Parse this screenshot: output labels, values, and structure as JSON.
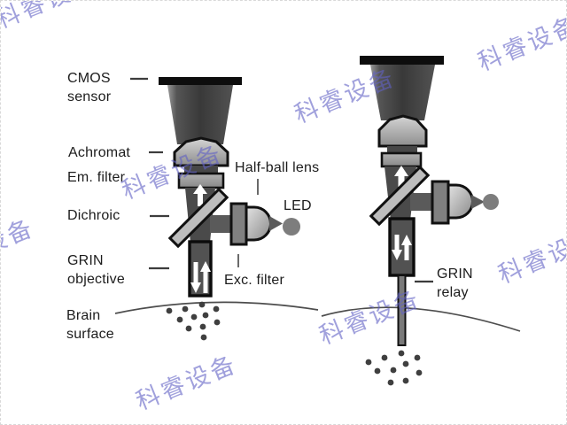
{
  "watermark": {
    "text": "科睿设备",
    "color": "#6161c5"
  },
  "left_panel": {
    "labels": {
      "cmos_sensor": "CMOS\nsensor",
      "achromat": "Achromat",
      "em_filter": "Em. filter",
      "dichroic": "Dichroic",
      "grin_objective": "GRIN\nobjective",
      "brain_surface": "Brain\nsurface",
      "half_ball_lens": "Half-ball lens",
      "led": "LED",
      "exc_filter": "Exc. filter"
    }
  },
  "right_panel": {
    "labels": {
      "grin_relay": "GRIN\nrelay"
    }
  },
  "colors": {
    "background": "#ffffff",
    "scope_body_dark": "#3a3a3a",
    "lens_light_gray": "#c9c9c9",
    "dichroic_gray": "#bdbdbd",
    "led_gray": "#7d7d7d",
    "outline_black": "#111111",
    "label_text": "#1c1c1c",
    "watermark_blue": "#6161c5"
  }
}
